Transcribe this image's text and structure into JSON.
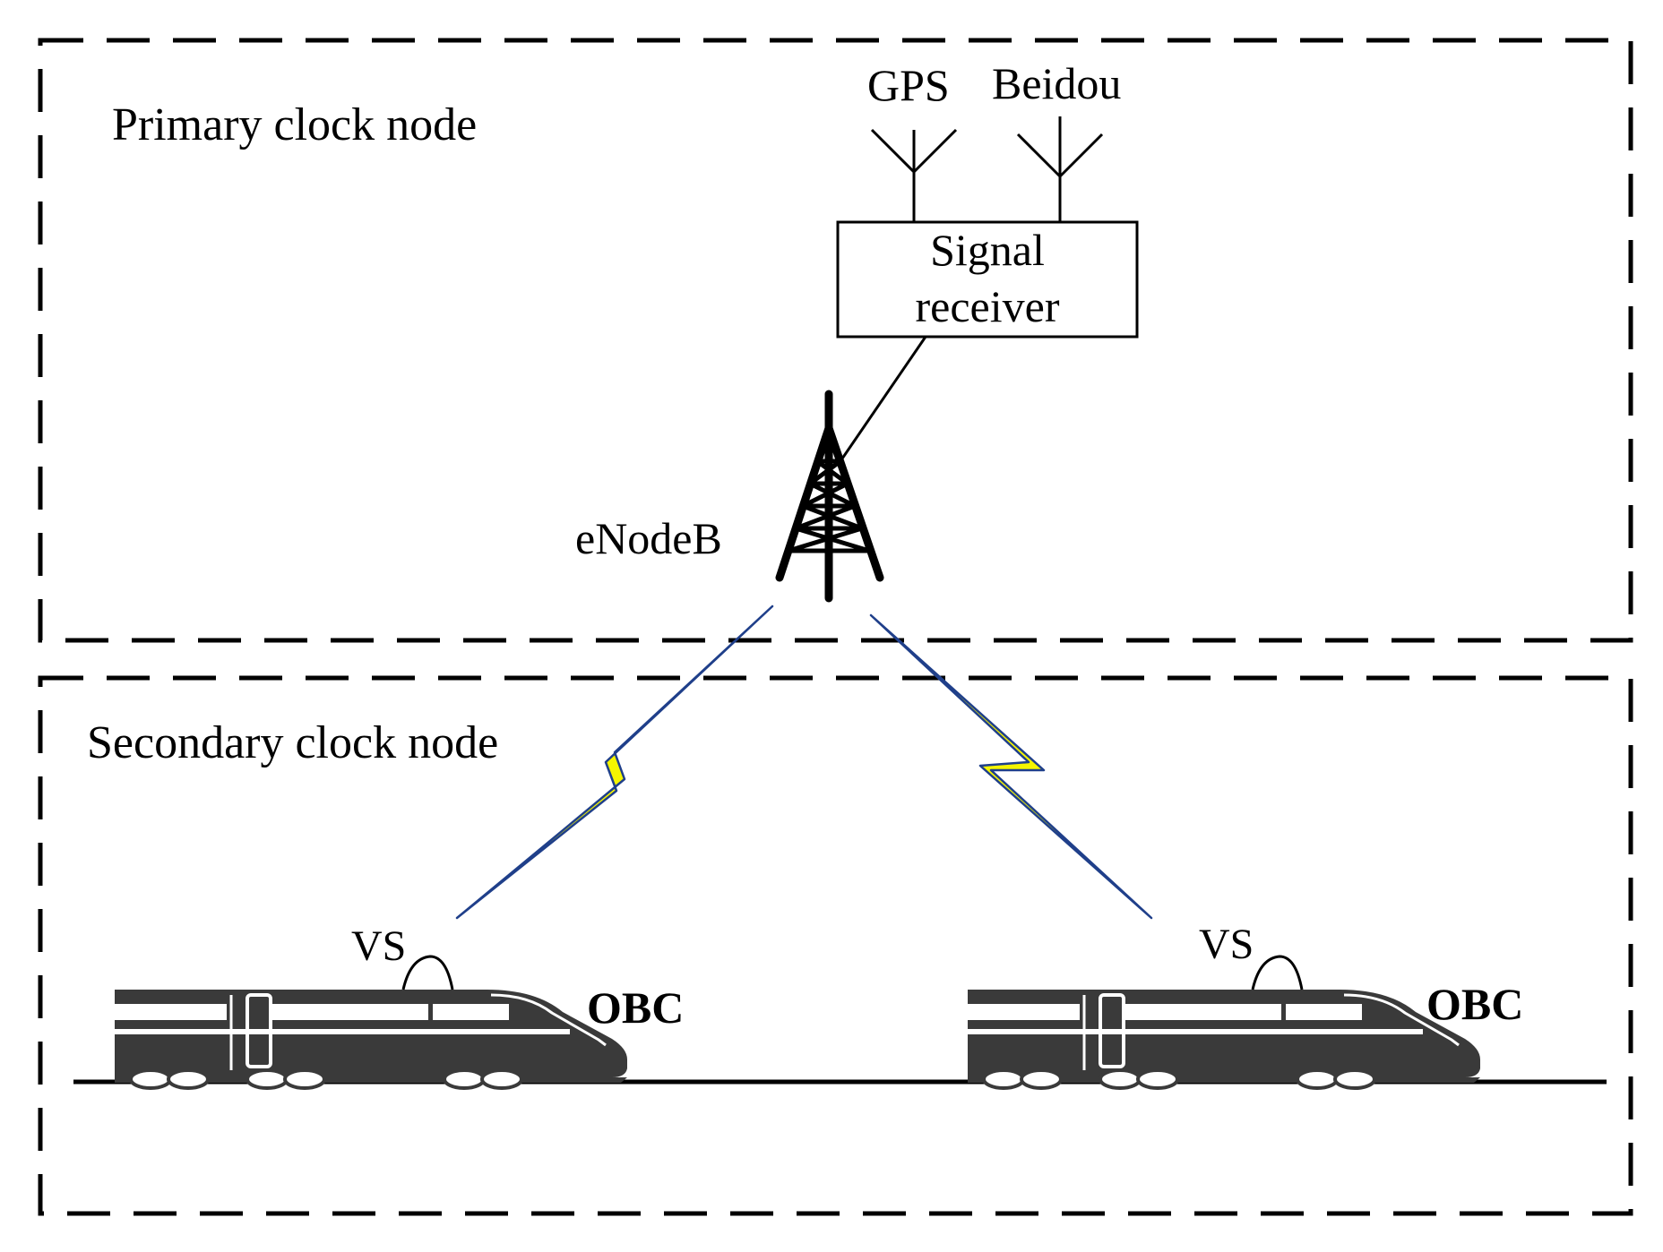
{
  "regions": {
    "primary": {
      "label": "Primary clock node"
    },
    "secondary": {
      "label": "Secondary clock node"
    }
  },
  "antennas": [
    {
      "label": "GPS"
    },
    {
      "label": "Beidou"
    }
  ],
  "signal_receiver": {
    "line1": "Signal",
    "line2": "receiver"
  },
  "base_station": {
    "label": "eNodeB"
  },
  "trains": [
    {
      "vs_label": "VS",
      "obc_label": "OBC"
    },
    {
      "vs_label": "VS",
      "obc_label": "OBC"
    }
  ],
  "colors": {
    "stroke": "#000000",
    "train_body": "#3a3a3a",
    "bolt_fill": "#f5f500",
    "bolt_outline": "#1f3f8a"
  }
}
